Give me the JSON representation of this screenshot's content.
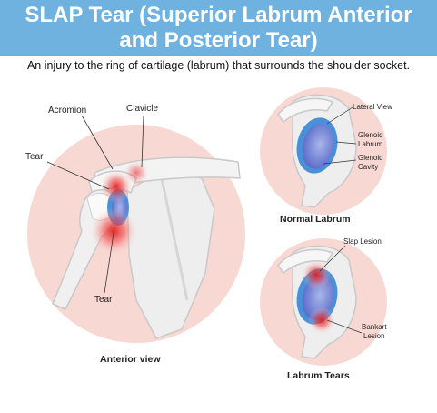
{
  "header": {
    "title_line1": "SLAP Tear (Superior Labrum Anterior",
    "title_line2": "and Posterior Tear)",
    "subtitle": "An injury to the ring of cartilage (labrum) that surrounds the shoulder socket.",
    "banner_color": "#6fb2e0"
  },
  "anterior": {
    "caption": "Anterior view",
    "labels": {
      "acromion": "Acromion",
      "clavicle": "Clavicle",
      "tear_upper": "Tear",
      "tear_lower": "Tear"
    }
  },
  "normal": {
    "caption": "Normal Labrum",
    "labels": {
      "lateral_view": "Lateral View",
      "glenoid_labrum_1": "Glenoid",
      "glenoid_labrum_2": "Labrum",
      "glenoid_cavity_1": "Glenoid",
      "glenoid_cavity_2": "Cavity"
    }
  },
  "tears": {
    "caption": "Labrum Tears",
    "labels": {
      "slap_lesion": "Slap Lesion",
      "bankart_1": "Bankart",
      "bankart_2": "Lesion"
    }
  },
  "colors": {
    "circle_bg": "#f8d8d3",
    "bone": "#f1f1f1",
    "labrum": "#4a90d9",
    "cavity": "#5567c8",
    "tear": "#d81818"
  }
}
